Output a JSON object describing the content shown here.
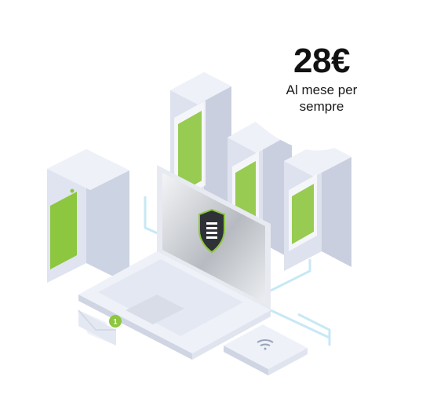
{
  "price": {
    "amount": "28€",
    "line1": "Al mese per",
    "line2": "sempre"
  },
  "notification": {
    "count": "1"
  },
  "colors": {
    "accent_green": "#8dc63f",
    "server_light": "#eef1f8",
    "server_mid": "#dde2ee",
    "server_dark": "#c9cfde",
    "screen_dark": "#2e3136",
    "connector": "#c7e8f5"
  },
  "icons": [
    "shield-icon",
    "wifi-icon",
    "envelope-icon",
    "notification-badge"
  ]
}
